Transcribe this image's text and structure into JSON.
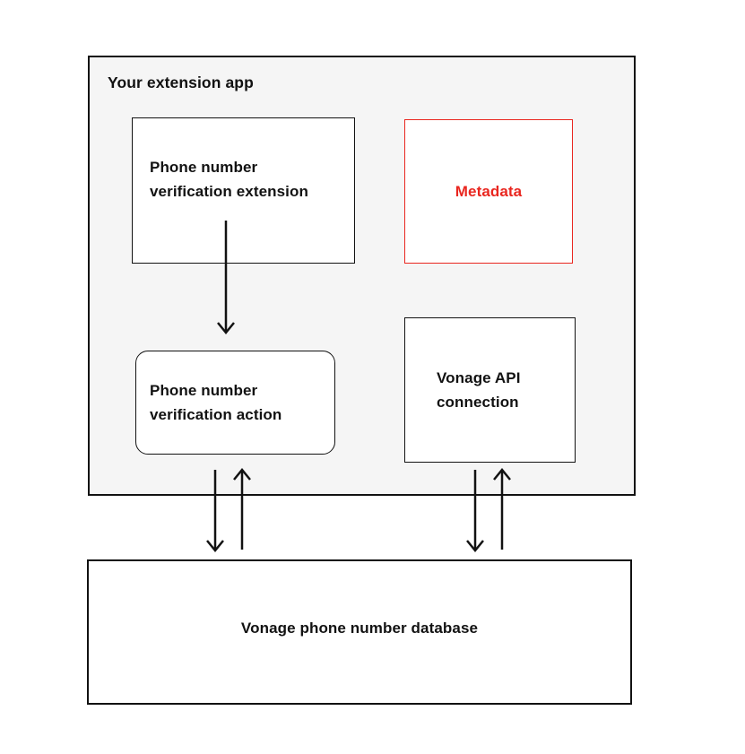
{
  "colors": {
    "ink": "#121212",
    "accent_red": "#e9261f",
    "container_bg": "#f5f5f5",
    "node_bg": "#ffffff",
    "page_bg": "#ffffff"
  },
  "diagram": {
    "container": {
      "label": "Your extension app"
    },
    "nodes": {
      "extension": {
        "label": "Phone number\nverification extension"
      },
      "metadata": {
        "label": "Metadata"
      },
      "action": {
        "label": "Phone number\nverification action"
      },
      "api_connection": {
        "label": "Vonage API\nconnection"
      },
      "database": {
        "label": "Vonage phone number database"
      }
    },
    "arrows": [
      {
        "name": "arrow-extension-to-action",
        "direction": "down"
      },
      {
        "name": "arrow-action-to-database",
        "direction": "down"
      },
      {
        "name": "arrow-database-to-action",
        "direction": "up"
      },
      {
        "name": "arrow-api-to-database",
        "direction": "down"
      },
      {
        "name": "arrow-database-to-api",
        "direction": "up"
      }
    ]
  }
}
